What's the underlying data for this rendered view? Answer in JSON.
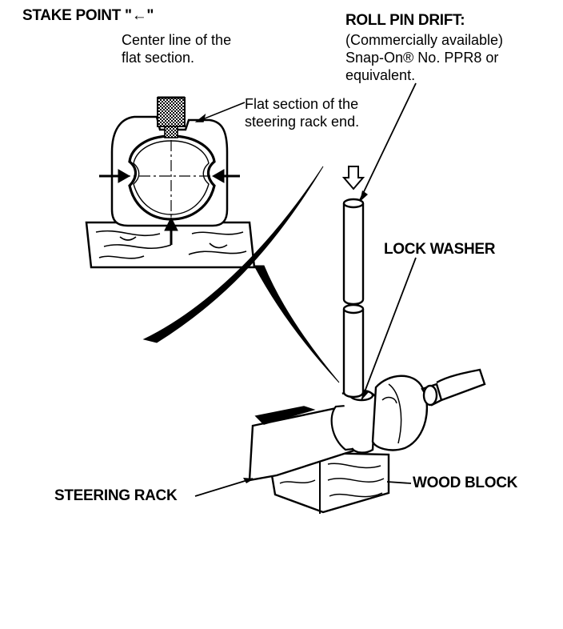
{
  "labels": {
    "stake_point": "STAKE POINT \"←\"",
    "center_line": [
      "Center line of the",
      "flat section."
    ],
    "flat_section": [
      "Flat section of the",
      "steering rack end."
    ],
    "roll_pin_drift": {
      "title": "ROLL PIN DRIFT:",
      "lines": [
        "(Commercially available)",
        "Snap-On® No. PPR8 or",
        "equivalent."
      ]
    },
    "lock_washer": "LOCK WASHER",
    "steering_rack": "STEERING RACK",
    "wood_block": "WOOD BLOCK"
  },
  "colors": {
    "ink": "#000000",
    "paper": "#ffffff",
    "shade": "#555555"
  },
  "icons": [
    "arrow-left-icon",
    "arrow-right-icon",
    "arrow-up-icon",
    "arrow-down-icon",
    "hollow-arrow-down-icon"
  ]
}
